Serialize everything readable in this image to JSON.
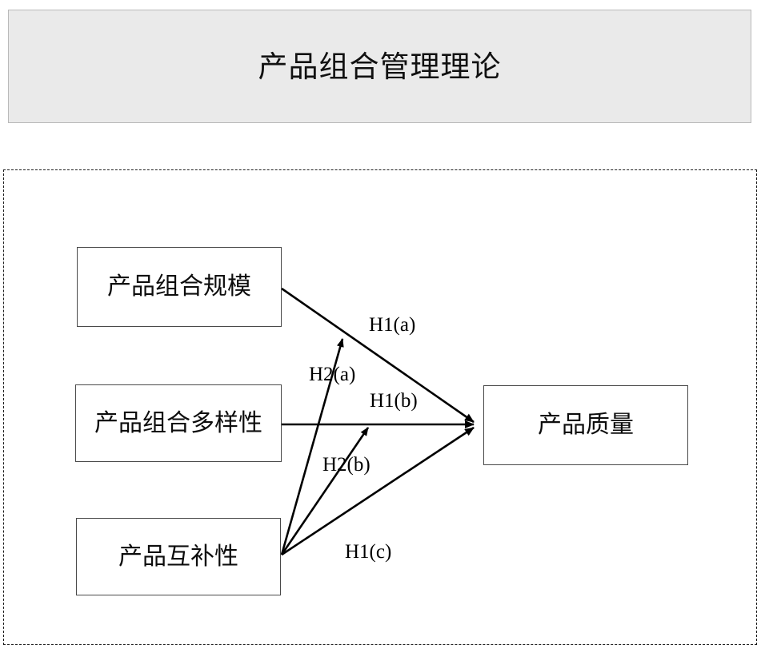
{
  "title": {
    "text": "产品组合管理理论"
  },
  "diagram": {
    "type": "conceptual-research-model",
    "independent_variables": [
      {
        "id": "portfolio-size",
        "label": "产品组合规模"
      },
      {
        "id": "portfolio-variety",
        "label": "产品组合多样性"
      },
      {
        "id": "complementarity",
        "label": "产品互补性"
      }
    ],
    "dependent_variable": {
      "id": "product-quality",
      "label": "产品质量"
    },
    "paths": [
      {
        "id": "h1a",
        "label": "H1(a)",
        "from": "portfolio-size",
        "to": "product-quality",
        "kind": "direct"
      },
      {
        "id": "h1b",
        "label": "H1(b)",
        "from": "portfolio-variety",
        "to": "product-quality",
        "kind": "direct"
      },
      {
        "id": "h1c",
        "label": "H1(c)",
        "from": "complementarity",
        "to": "product-quality",
        "kind": "direct"
      },
      {
        "id": "h2a",
        "label": "H2(a)",
        "from": "complementarity",
        "to": "h1a",
        "kind": "moderating"
      },
      {
        "id": "h2b",
        "label": "H2(b)",
        "from": "complementarity",
        "to": "h1b",
        "kind": "moderating"
      }
    ]
  },
  "colors": {
    "banner_background": "#eaeaea",
    "banner_border": "#b9b9b9",
    "box_border": "#4a4a4a",
    "frame_border": "#1a1a1a",
    "text": "#111111",
    "line": "#000000"
  }
}
